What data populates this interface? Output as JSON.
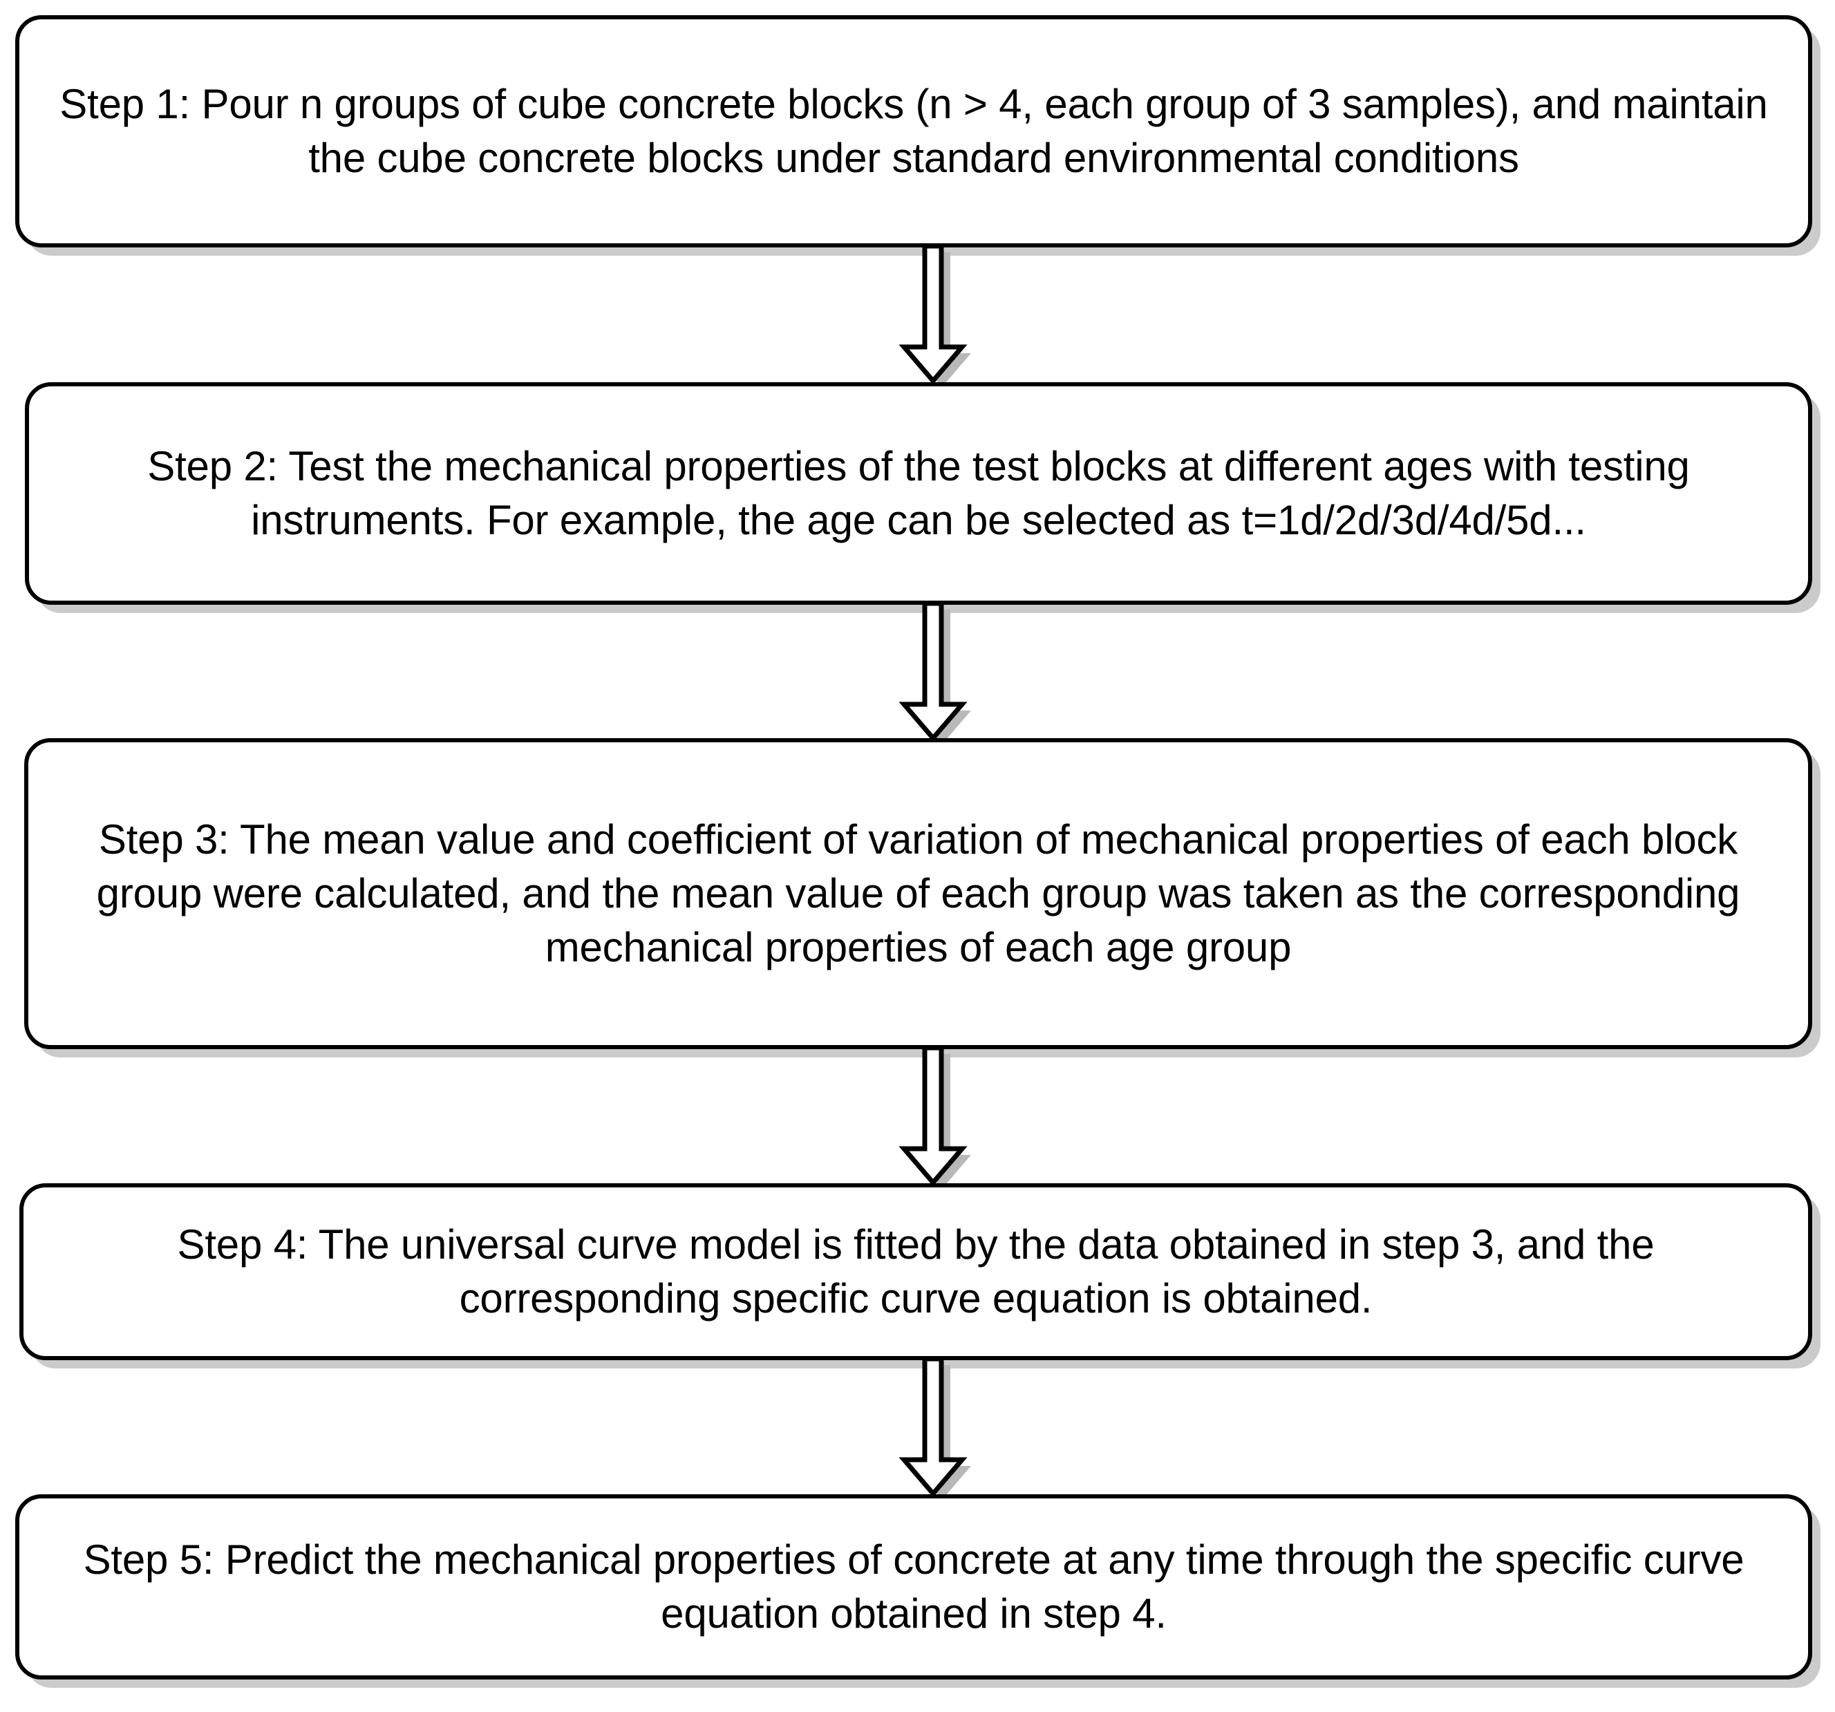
{
  "diagram": {
    "title": "Concrete mechanical property prediction procedure flowchart",
    "orientation": "vertical-top-to-bottom",
    "colors": {
      "box_border": "#000000",
      "box_fill": "#FFFFFF",
      "text": "#000000",
      "shadow": "#A0A0A0",
      "background": "#FFFFFF"
    },
    "steps": [
      {
        "id": "step-1",
        "label": "Step 1",
        "text": "Step 1: Pour n groups of cube concrete blocks (n > 4, each group of 3 samples), and maintain the cube concrete blocks under standard environmental conditions"
      },
      {
        "id": "step-2",
        "label": "Step 2",
        "text": "Step 2: Test the mechanical properties of the test blocks at different ages with testing instruments. For example, the age can be selected as t=1d/2d/3d/4d/5d..."
      },
      {
        "id": "step-3",
        "label": "Step 3",
        "text": "Step 3: The mean value and coefficient of variation of mechanical properties of each block group were calculated, and the mean value of each group was taken as the corresponding mechanical properties of each age group"
      },
      {
        "id": "step-4",
        "label": "Step 4",
        "text": "Step 4: The universal curve model is fitted by the data obtained in step 3, and the corresponding specific curve equation is obtained."
      },
      {
        "id": "step-5",
        "label": "Step 5",
        "text": "Step 5: Predict the mechanical properties of concrete at any time through the specific curve equation obtained in step 4."
      }
    ],
    "connectors": [
      {
        "id": "arrow-1-to-2",
        "from": "step-1",
        "to": "step-2",
        "icon": "down-block-arrow-icon"
      },
      {
        "id": "arrow-2-to-3",
        "from": "step-2",
        "to": "step-3",
        "icon": "down-block-arrow-icon"
      },
      {
        "id": "arrow-3-to-4",
        "from": "step-3",
        "to": "step-4",
        "icon": "down-block-arrow-icon"
      },
      {
        "id": "arrow-4-to-5",
        "from": "step-4",
        "to": "step-5",
        "icon": "down-block-arrow-icon"
      }
    ]
  }
}
